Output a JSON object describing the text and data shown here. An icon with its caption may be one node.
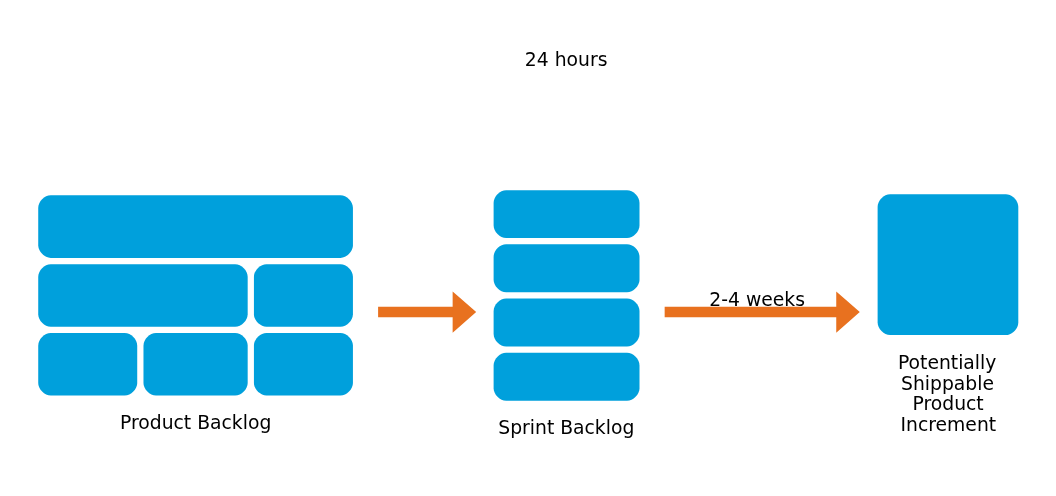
{
  "diagram": {
    "nodes": [
      {
        "text": [
          "Product Backlog"
        ]
      },
      {
        "text": [
          "Sprint Backlog"
        ]
      },
      {
        "text": [
          "Potentially Shippable Product Increment"
        ]
      }
    ],
    "edges": [
      {
        "from": 0,
        "to": 1,
        "arrow": "to"
      },
      {
        "from": 1,
        "to": 2,
        "arrow": "to",
        "label": "2-4 weeks"
      }
    ],
    "labels": [
      "24 hours"
    ]
  }
}
